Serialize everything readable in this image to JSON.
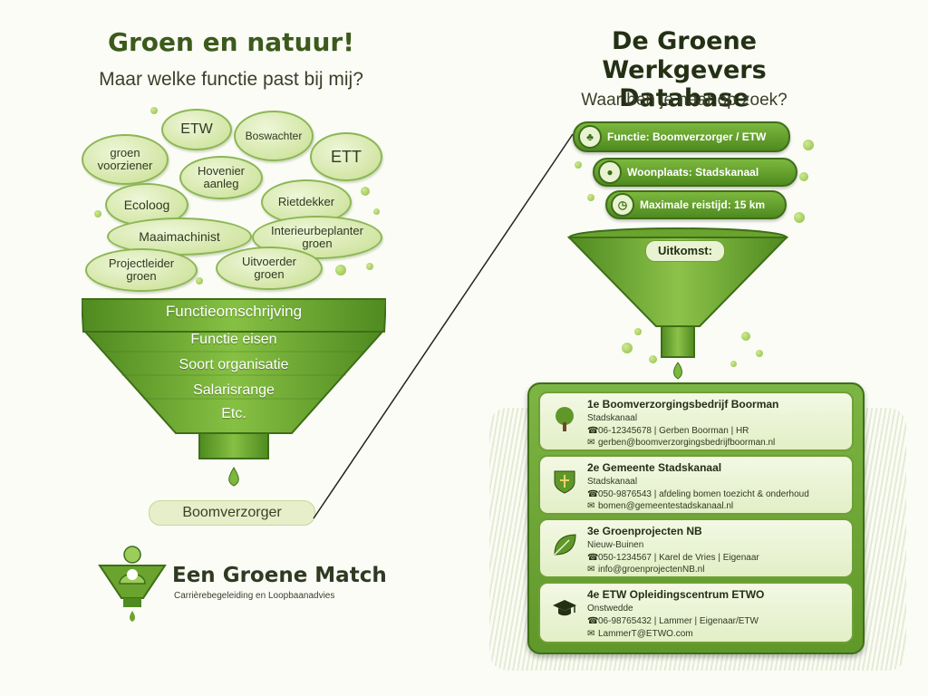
{
  "left": {
    "title": "Groen en natuur!",
    "subtitle": "Maar welke functie past bij mij?",
    "bubbles": [
      "ETW",
      "Boswachter",
      "groen voorziener",
      "ETT",
      "Hovenier aanleg",
      "Ecoloog",
      "Rietdekker",
      "Maaimachinist",
      "Interieurbeplanter groen",
      "Projectleider groen",
      "Uitvoerder groen"
    ],
    "funnel_bands": [
      "Functieomschrijving",
      "Functie eisen",
      "Soort organisatie",
      "Salarisrange",
      "Etc."
    ],
    "result_label": "Boomverzorger"
  },
  "logo": {
    "name": "Een Groene Match",
    "tagline": "Carrièrebegeleiding en Loopbaanadvies"
  },
  "right": {
    "title_line1": "De Groene",
    "title_line2": "Werkgevers Database",
    "subtitle": "Waar ben je naar op zoek?",
    "filters": [
      {
        "label": "Functie: Boomverzorger / ETW",
        "icon": "tree-icon"
      },
      {
        "label": "Woonplaats: Stadskanaal",
        "icon": "location-pin-icon"
      },
      {
        "label": "Maximale reistijd: 15 km",
        "icon": "clock-icon"
      }
    ],
    "outcome_label": "Uitkomst:",
    "results": [
      {
        "title": "1e Boomverzorgingsbedrijf Boorman",
        "city": "Stadskanaal",
        "phone": "06-12345678 | Gerben Boorman | HR",
        "email": "gerben@boomverzorgingsbedrijfboorman.nl",
        "icon": "tree-icon"
      },
      {
        "title": "2e Gemeente Stadskanaal",
        "city": "Stadskanaal",
        "phone": "050-9876543 | afdeling bomen toezicht & onderhoud",
        "email": "bomen@gemeentestadskanaal.nl",
        "icon": "municipal-shield-icon"
      },
      {
        "title": "3e Groenprojecten NB",
        "city": "Nieuw-Buinen",
        "phone": "050-1234567 | Karel de Vries | Eigenaar",
        "email": "info@groenprojectenNB.nl",
        "icon": "leaf-icon"
      },
      {
        "title": "4e ETW Opleidingscentrum ETWO",
        "city": "Onstwedde",
        "phone": "06-98765432 | Lammer | Eigenaar/ETW",
        "email": "LammerT@ETWO.com",
        "icon": "graduation-cap-icon"
      }
    ]
  },
  "colors": {
    "title_green": "#3c5a1c",
    "funnel_green": "#6aa32d",
    "dark_green": "#3e6e18",
    "bubble_fill": "#d3e6a6"
  }
}
